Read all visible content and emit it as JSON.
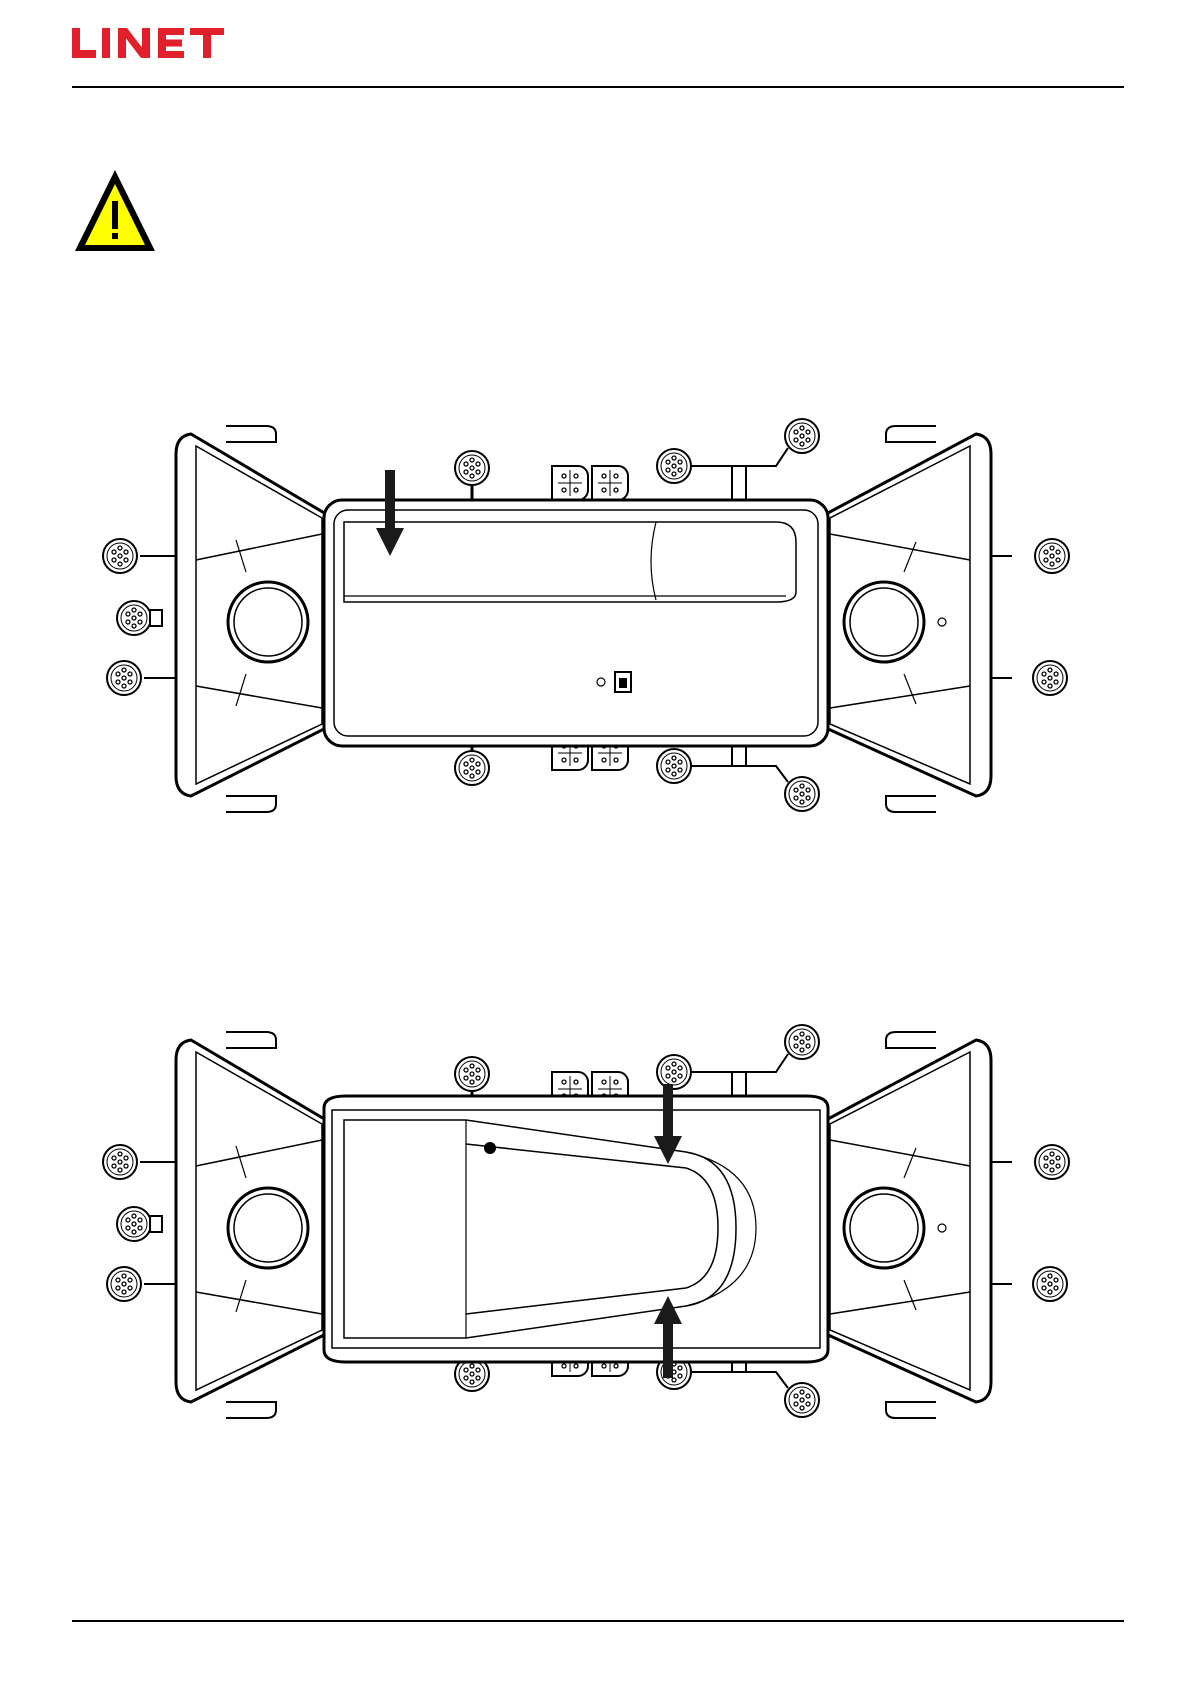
{
  "header": {
    "logo_text": "LINET",
    "brand_color": "#e2202c"
  },
  "warning": {
    "icon": "warning-triangle-icon",
    "symbol": "!",
    "fill_color": "#ffff00"
  },
  "figures": [
    {
      "name": "bed-top-view-flat",
      "arrows": 1
    },
    {
      "name": "bed-top-view-split",
      "arrows": 2
    }
  ]
}
